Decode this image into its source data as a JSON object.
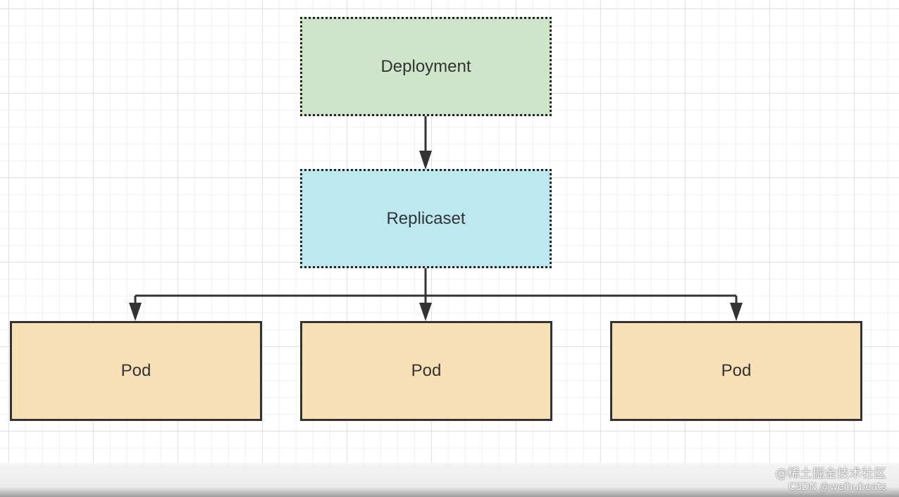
{
  "diagram": {
    "nodes": {
      "deployment": {
        "label": "Deployment",
        "fill": "#cfe5ca"
      },
      "replicaset": {
        "label": "Replicaset",
        "fill": "#bde8ef"
      },
      "pod_left": {
        "label": "Pod",
        "fill": "#f8e0b6"
      },
      "pod_center": {
        "label": "Pod",
        "fill": "#f8e0b6"
      },
      "pod_right": {
        "label": "Pod",
        "fill": "#f8e0b6"
      }
    },
    "edges": [
      {
        "from": "Deployment",
        "to": "Replicaset"
      },
      {
        "from": "Replicaset",
        "to": "Pod"
      },
      {
        "from": "Replicaset",
        "to": "Pod"
      },
      {
        "from": "Replicaset",
        "to": "Pod"
      }
    ]
  },
  "watermark": {
    "line1": "@稀土掘金技术社区",
    "line2": "CSDN @weihubeats"
  }
}
